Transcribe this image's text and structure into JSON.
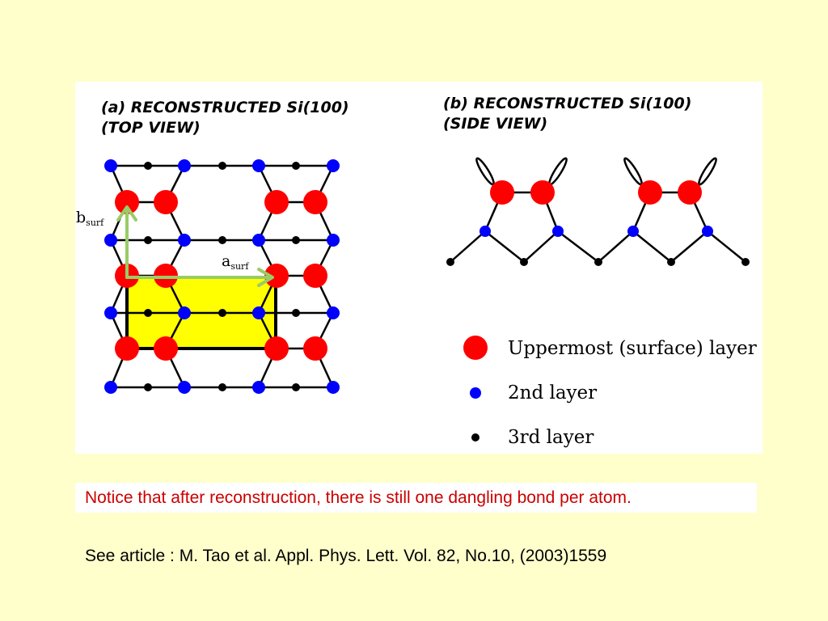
{
  "figure": {
    "top_view_title": [
      "(a) RECONSTRUCTED Si(100)",
      "(TOP VIEW)"
    ],
    "side_view_title": [
      "(b) RECONSTRUCTED Si(100)",
      "(SIDE VIEW)"
    ],
    "vector_b": {
      "main": "b",
      "sub": "surf"
    },
    "vector_a": {
      "main": "a",
      "sub": "surf"
    },
    "legend": [
      {
        "label": "Uppermost (surface) layer",
        "color": "#ff0000"
      },
      {
        "label": "2nd layer",
        "color": "#0000ff"
      },
      {
        "label": "3rd layer",
        "color": "#000000"
      }
    ]
  },
  "notice_text": "Notice that after reconstruction, there is still one dangling bond per atom.",
  "reference_text": "See article : M. Tao et al. Appl. Phys. Lett. Vol. 82, No.10,  (2003)1559",
  "colors": {
    "background": "#ffffcc",
    "surface_atom": "#ff0000",
    "second_layer_atom": "#0000ff",
    "third_layer_atom": "#000000",
    "unit_cell_fill": "#ffff00",
    "vector_arrow": "#99cc66",
    "notice_text": "#cc0000"
  }
}
